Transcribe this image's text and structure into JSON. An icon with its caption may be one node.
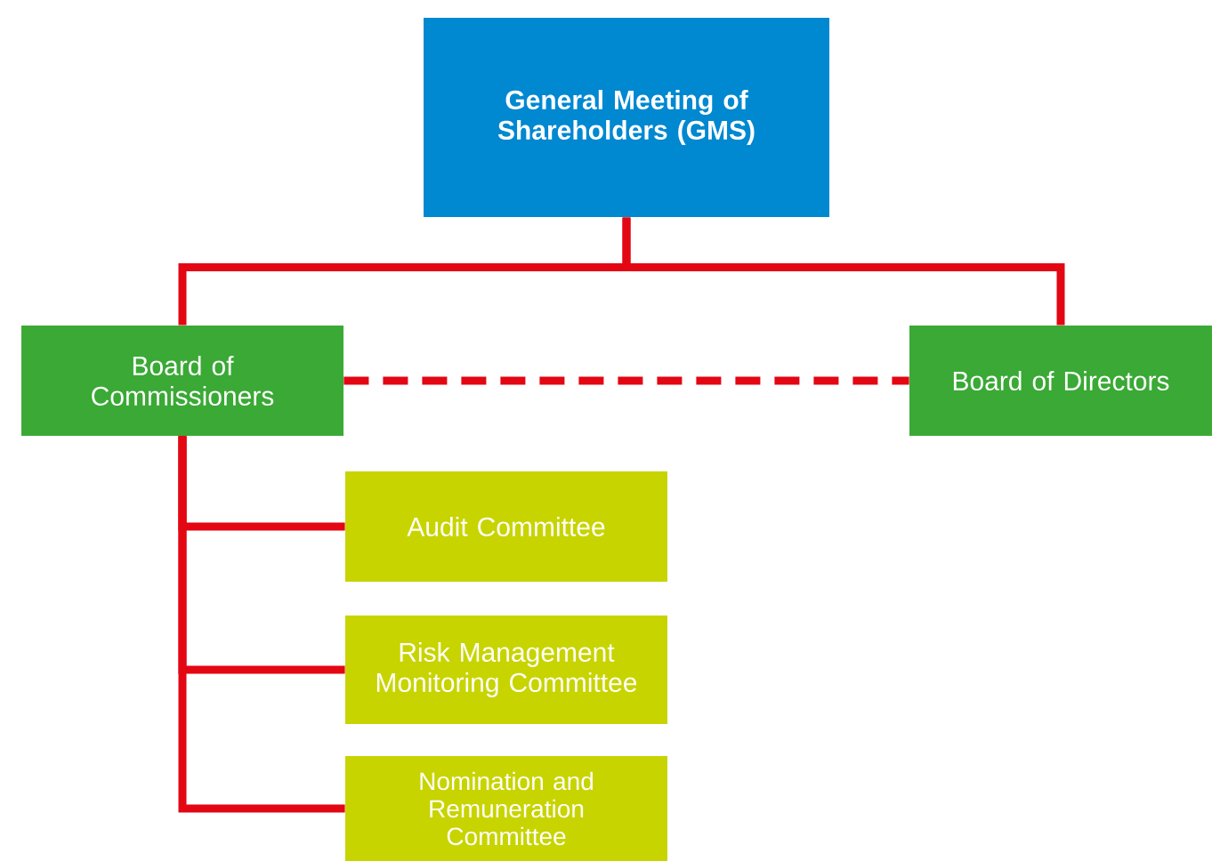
{
  "diagram": {
    "nodes": [
      {
        "text": [
          "General Meeting of Shareholders (GMS)"
        ]
      },
      {
        "text": [
          "Board of Commissioners"
        ]
      },
      {
        "text": [
          "Board of Directors"
        ]
      },
      {
        "text": [
          "Audit Committee"
        ]
      },
      {
        "text": [
          "Risk Management Monitoring Committee"
        ]
      },
      {
        "text": [
          "Nomination and Remuneration Committee"
        ]
      }
    ],
    "edges": [
      {
        "from": 0,
        "to": 1,
        "arrow": "none"
      },
      {
        "from": 0,
        "to": 2,
        "arrow": "none"
      },
      {
        "from": 1,
        "to": 2,
        "arrow": "none",
        "style": "dashed"
      },
      {
        "from": 1,
        "to": 3,
        "arrow": "none"
      },
      {
        "from": 1,
        "to": 4,
        "arrow": "none"
      },
      {
        "from": 1,
        "to": 5,
        "arrow": "none"
      }
    ]
  }
}
